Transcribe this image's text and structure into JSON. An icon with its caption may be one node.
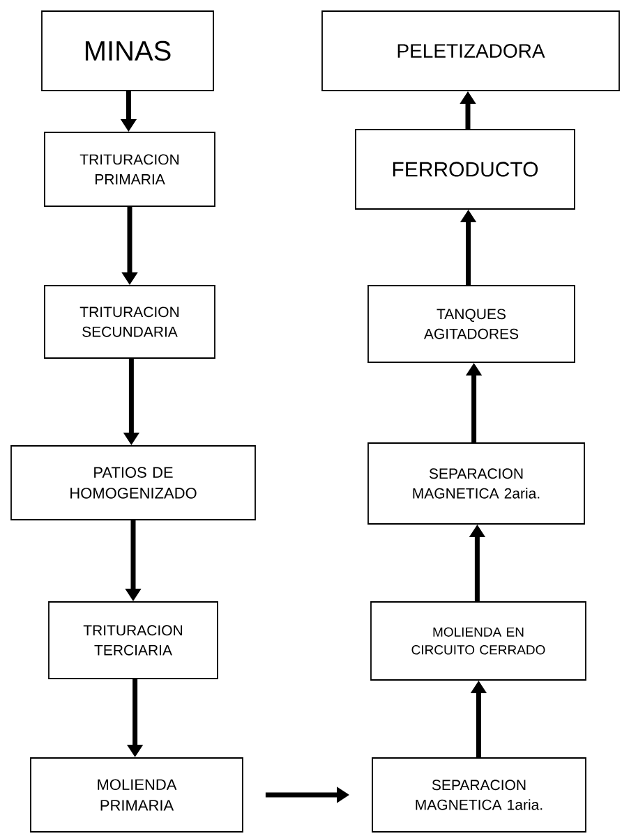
{
  "diagram": {
    "nodes": [
      {
        "text": [
          "MINAS"
        ]
      },
      {
        "text": [
          "TRITURACION PRIMARIA"
        ]
      },
      {
        "text": [
          "TRITURACION SECUNDARIA"
        ]
      },
      {
        "text": [
          "PATIOS DE HOMOGENIZADO"
        ]
      },
      {
        "text": [
          "TRITURACION TERCIARIA"
        ]
      },
      {
        "text": [
          "MOLIENDA PRIMARIA"
        ]
      },
      {
        "text": [
          "PELETIZADORA"
        ]
      },
      {
        "text": [
          "FERRODUCTO"
        ]
      },
      {
        "text": [
          "TANQUES AGITADORES"
        ]
      },
      {
        "text": [
          "SEPARACION MAGNETICA 2aria."
        ]
      },
      {
        "text": [
          "MOLIENDA EN CIRCUITO CERRADO"
        ]
      },
      {
        "text": [
          "SEPARACION MAGNETICA 1aria."
        ]
      }
    ],
    "edges": [
      {
        "from": 0,
        "to": 1,
        "arrow": "to"
      },
      {
        "from": 1,
        "to": 2,
        "arrow": "to"
      },
      {
        "from": 2,
        "to": 3,
        "arrow": "to"
      },
      {
        "from": 3,
        "to": 4,
        "arrow": "to"
      },
      {
        "from": 4,
        "to": 5,
        "arrow": "to"
      },
      {
        "from": 5,
        "to": 11,
        "arrow": "to"
      },
      {
        "from": 11,
        "to": 10,
        "arrow": "to"
      },
      {
        "from": 10,
        "to": 9,
        "arrow": "to"
      },
      {
        "from": 9,
        "to": 8,
        "arrow": "to"
      },
      {
        "from": 8,
        "to": 7,
        "arrow": "to"
      },
      {
        "from": 7,
        "to": 6,
        "arrow": "to"
      }
    ]
  }
}
